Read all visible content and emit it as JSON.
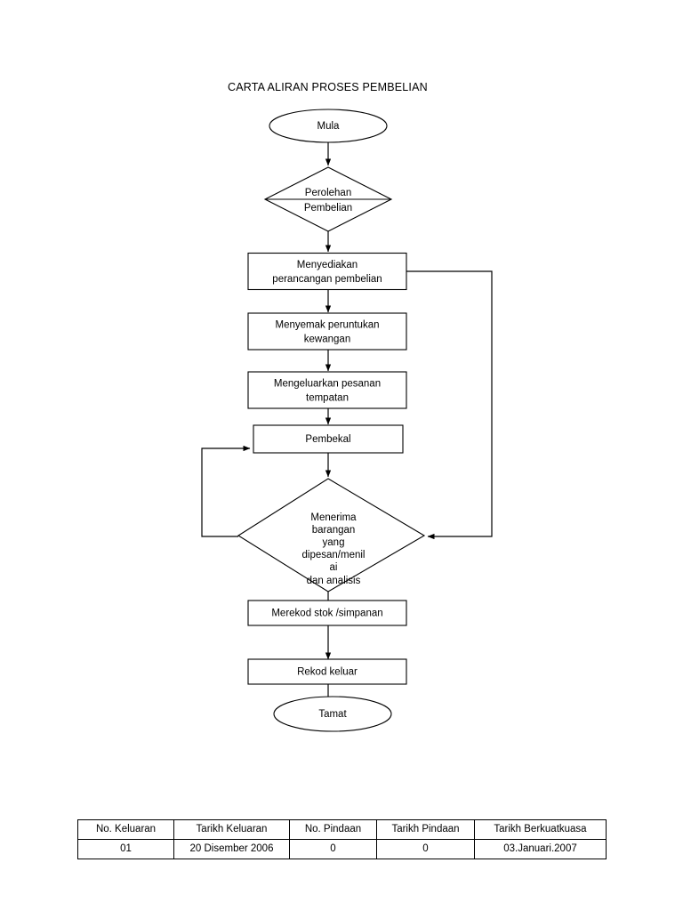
{
  "document": {
    "title": "CARTA ALIRAN PROSES PEMBELIAN"
  },
  "flowchart": {
    "type": "flowchart",
    "nodes": [
      {
        "id": "start",
        "shape": "ellipse",
        "label": "Mula"
      },
      {
        "id": "decision1",
        "shape": "diamond",
        "label_line1": "Perolehan",
        "label_line2": "Pembelian"
      },
      {
        "id": "process1",
        "shape": "rectangle",
        "label_line1": "Menyediakan",
        "label_line2": "perancangan pembelian"
      },
      {
        "id": "process2",
        "shape": "rectangle",
        "label_line1": "Menyemak peruntukan",
        "label_line2": "kewangan"
      },
      {
        "id": "process3",
        "shape": "rectangle",
        "label_line1": "Mengeluarkan pesanan",
        "label_line2": "tempatan"
      },
      {
        "id": "process4",
        "shape": "rectangle",
        "label": "Pembekal"
      },
      {
        "id": "decision2",
        "shape": "diamond",
        "label_line1": "Menerima",
        "label_line2": "barangan",
        "label_line3": "yang",
        "label_line4": "dipesan/menil",
        "label_line5": "ai",
        "label_line6": "dan analisis"
      },
      {
        "id": "process5",
        "shape": "rectangle",
        "label": "Merekod stok /simpanan"
      },
      {
        "id": "process6",
        "shape": "rectangle",
        "label": "Rekod keluar"
      },
      {
        "id": "end",
        "shape": "ellipse",
        "label": "Tamat"
      }
    ],
    "edges": [
      {
        "from": "start",
        "to": "decision1",
        "kind": "arrow-down"
      },
      {
        "from": "decision1",
        "to": "process1",
        "kind": "arrow-down"
      },
      {
        "from": "process1",
        "to": "process2",
        "kind": "arrow-down"
      },
      {
        "from": "process2",
        "to": "process3",
        "kind": "arrow-down"
      },
      {
        "from": "process3",
        "to": "process4",
        "kind": "arrow-down"
      },
      {
        "from": "process4",
        "to": "decision2",
        "kind": "arrow-down"
      },
      {
        "from": "decision2",
        "to": "process5",
        "kind": "arrow-down"
      },
      {
        "from": "process5",
        "to": "process6",
        "kind": "arrow-down"
      },
      {
        "from": "process6",
        "to": "end",
        "kind": "arrow-down"
      },
      {
        "from": "process1",
        "to": "decision2",
        "kind": "feedback-right"
      },
      {
        "from": "decision2",
        "to": "process4",
        "kind": "feedback-left"
      }
    ]
  },
  "revision_table": {
    "headers": [
      "No. Keluaran",
      "Tarikh Keluaran",
      "No. Pindaan",
      "Tarikh Pindaan",
      "Tarikh Berkuatkuasa"
    ],
    "rows": [
      [
        "01",
        "20 Disember 2006",
        "0",
        "0",
        "03.Januari.2007"
      ]
    ]
  },
  "colors": {
    "stroke": "#000000",
    "fill": "#ffffff",
    "text": "#000000"
  }
}
